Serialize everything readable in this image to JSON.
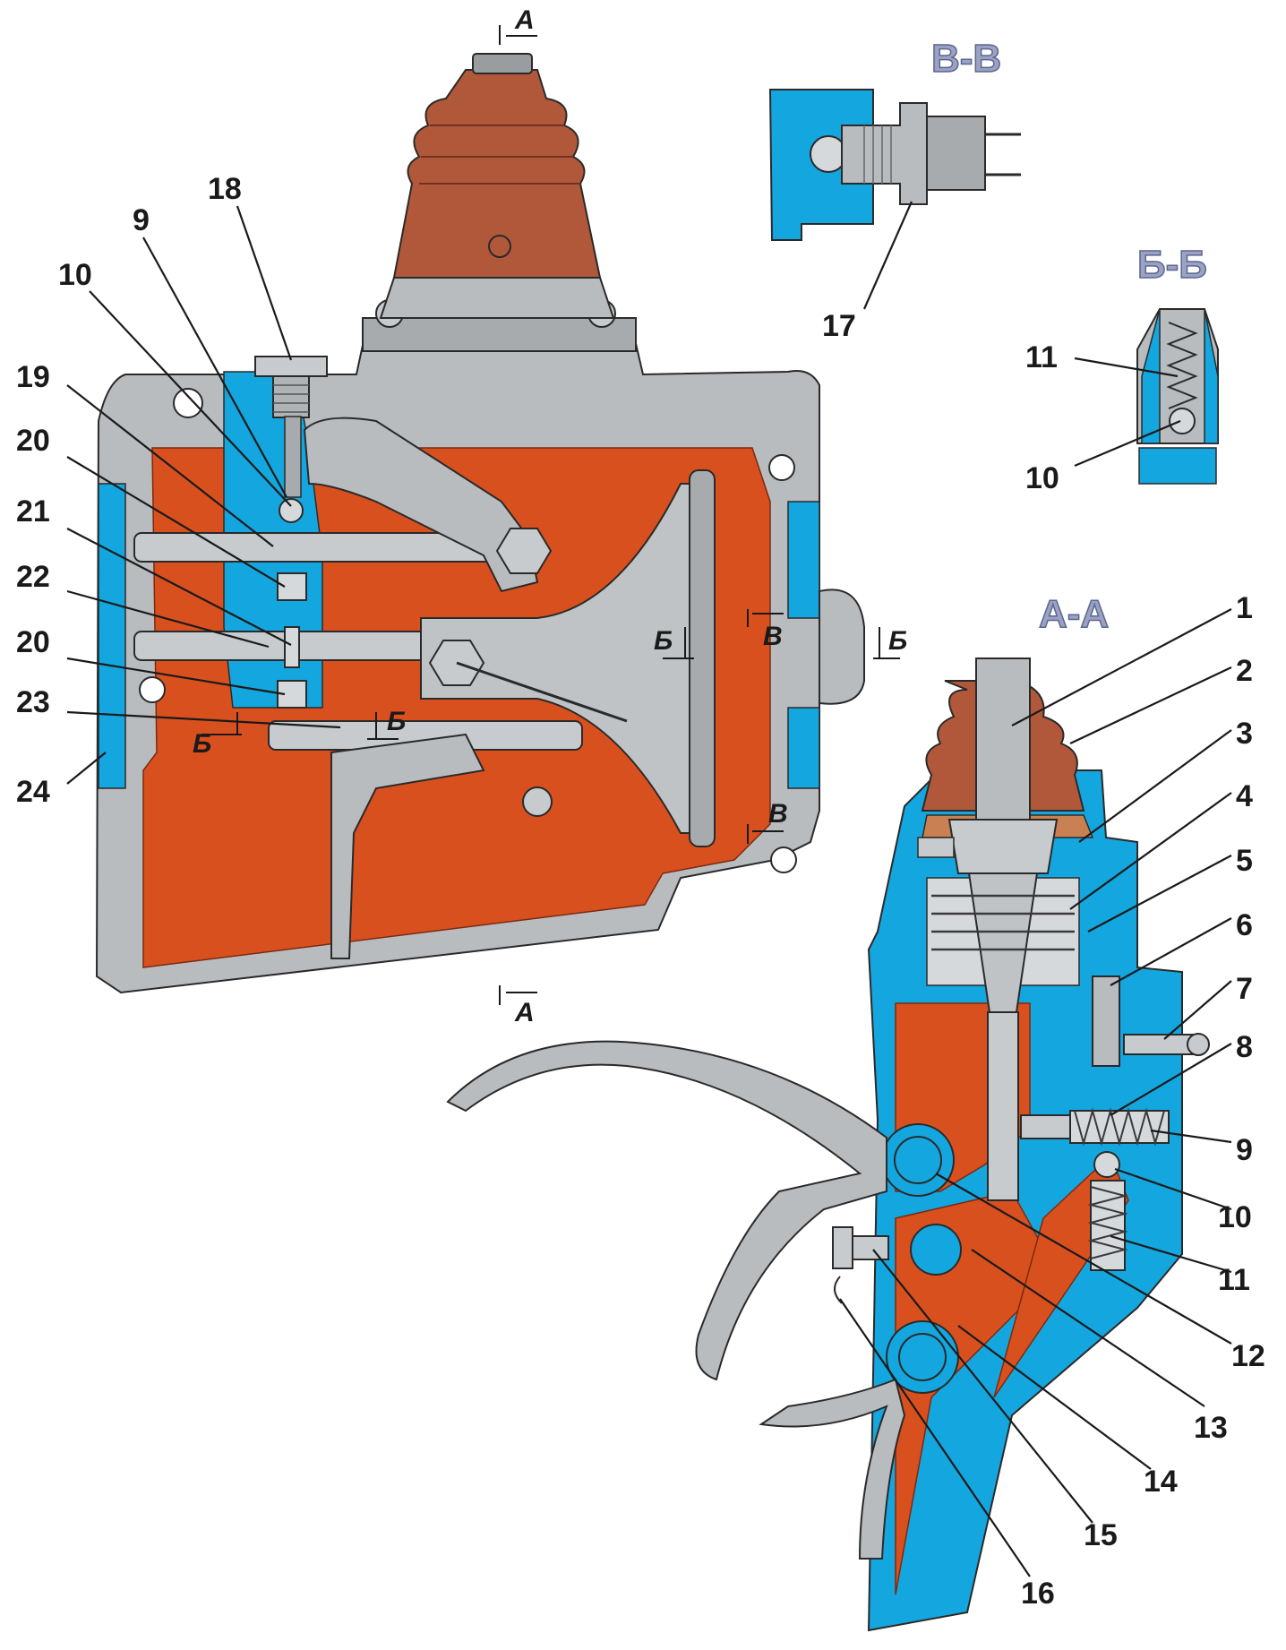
{
  "palette": {
    "housing_metal": "#b9bcbf",
    "interior_cavity": "#d9501f",
    "section_cut": "#14a6de",
    "rubber_boot": "#b1583b",
    "outline": "#2a2a2a"
  },
  "section_titles": {
    "v_v": "В-В",
    "b_b": "Б-Б",
    "a_a": "А-А"
  },
  "section_marks": {
    "a_top": "А",
    "a_bottom": "А",
    "b_left": "Б",
    "b_center": "Б",
    "b_middle": "Б",
    "b_right": "Б",
    "v_upper": "В",
    "v_lower": "В"
  },
  "callouts_main": [
    "18",
    "9",
    "10",
    "19",
    "20",
    "21",
    "22",
    "20",
    "23",
    "24"
  ],
  "callouts_vv": [
    "17"
  ],
  "callouts_bb": [
    "11",
    "10"
  ],
  "callouts_aa": [
    "1",
    "2",
    "3",
    "4",
    "5",
    "6",
    "7",
    "8",
    "9",
    "10",
    "11",
    "12",
    "13",
    "14",
    "15",
    "16"
  ]
}
